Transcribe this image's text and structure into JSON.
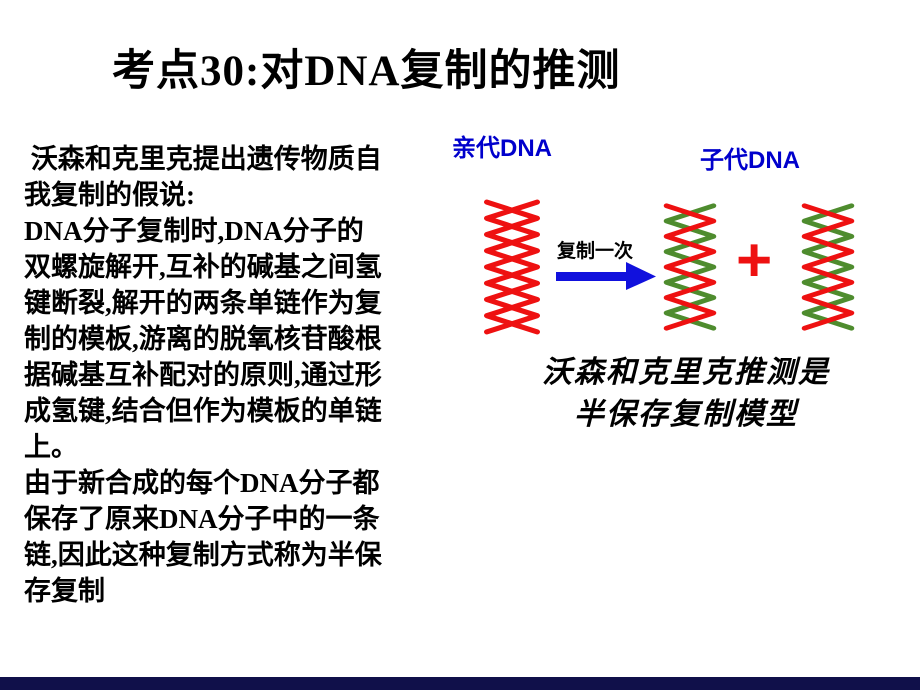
{
  "slide": {
    "title": "考点30:对DNA复制的推测",
    "body_lines": [
      " 沃森和克里克提出遗传物质自",
      "我复制的假说:",
      "DNA分子复制时,DNA分子的",
      "双螺旋解开,互补的碱基之间氢",
      "键断裂,解开的两条单链作为复",
      "制的模板,游离的脱氧核苷酸根",
      "据碱基互补配对的原则,通过形",
      "成氢键,结合但作为模板的单链",
      "上。",
      "由于新合成的每个DNA分子都",
      "保存了原来DNA分子中的一条",
      "链,因此这种复制方式称为半保",
      "存复制"
    ],
    "diagram": {
      "parent_label": "亲代DNA",
      "child_label": "子代DNA",
      "arrow_label": "复制一次",
      "plus_sign": "+",
      "caption_line1": "沃森和克里克推测是",
      "caption_line2": "半保存复制模型"
    },
    "colors": {
      "label_blue": "#0000cc",
      "arrow_blue": "#1111dd",
      "strand_red": "#ee1111",
      "strand_green": "#4e8c2e",
      "bottom_bar": "#10104a"
    }
  }
}
